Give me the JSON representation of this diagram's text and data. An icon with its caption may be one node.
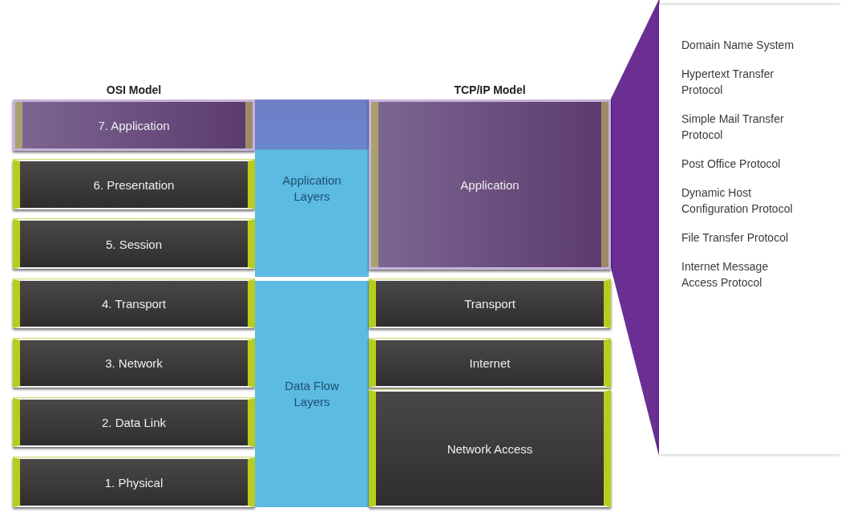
{
  "diagram": {
    "nodes": [
      {
        "text": [
          "7. Application"
        ]
      },
      {
        "text": [
          "6. Presentation"
        ]
      },
      {
        "text": [
          "5. Session"
        ]
      },
      {
        "text": [
          "4. Transport"
        ]
      },
      {
        "text": [
          "3. Network"
        ]
      },
      {
        "text": [
          "2. Data Link"
        ]
      },
      {
        "text": [
          "1. Physical"
        ]
      },
      {
        "text": [
          "Application Layers"
        ]
      },
      {
        "text": [
          "Data Flow Layers"
        ]
      },
      {
        "text": [
          "Application"
        ]
      },
      {
        "text": [
          "Transport"
        ]
      },
      {
        "text": [
          "Internet"
        ]
      },
      {
        "text": [
          "Network Access"
        ]
      },
      {
        "text": [
          "Domain Name System",
          "Hypertext Transfer Protocol",
          "Simple Mail Transfer Protocol",
          "Post Office Protocol",
          "Dynamic Host Configuration Protocol",
          "File Transfer Protocol",
          "Internet Message Access Protocol"
        ]
      }
    ],
    "edges": [
      {
        "from": 9,
        "to": 13,
        "arrow": "none",
        "style": "thick",
        "color": "#6b2f93"
      }
    ],
    "labels": [
      "OSI Model",
      "TCP/IP Model"
    ]
  }
}
